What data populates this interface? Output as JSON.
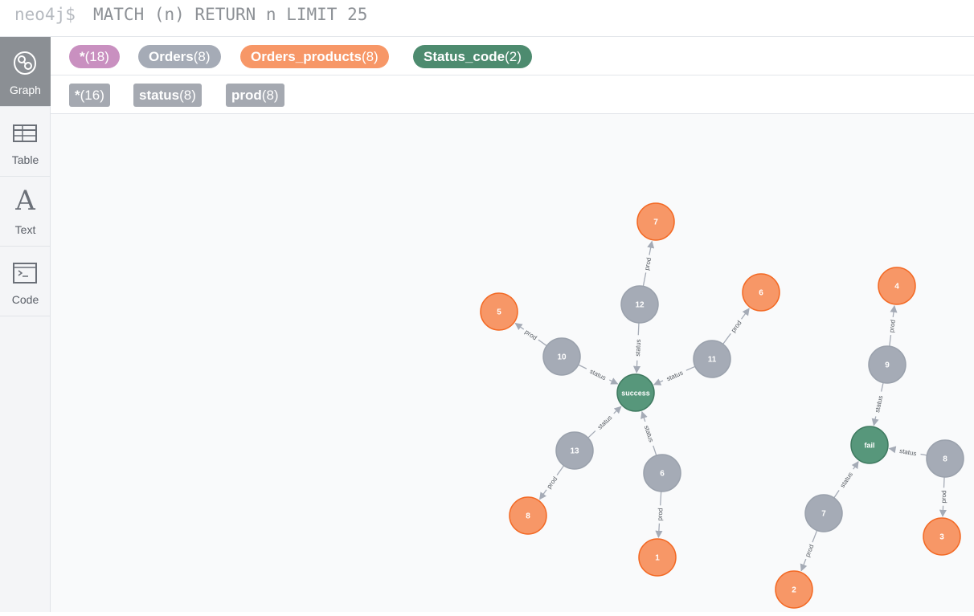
{
  "query": {
    "prompt": "neo4j$",
    "text": "MATCH (n) RETURN n LIMIT 25"
  },
  "sidebar": {
    "items": [
      {
        "label": "Graph",
        "icon": "graph-icon",
        "active": true
      },
      {
        "label": "Table",
        "icon": "table-icon",
        "active": false
      },
      {
        "label": "Text",
        "icon": "text-icon",
        "active": false
      },
      {
        "label": "Code",
        "icon": "code-icon",
        "active": false
      }
    ]
  },
  "legend": {
    "labels": [
      {
        "name": "*",
        "count": "(18)",
        "color": "#c990c0"
      },
      {
        "name": "Orders",
        "count": "(8)",
        "color": "#a5abb6"
      },
      {
        "name": "Orders_products",
        "count": "(8)",
        "color": "#f79767"
      },
      {
        "name": "Status_code",
        "count": "(2)",
        "color": "#57c7e3"
      }
    ],
    "relationships": [
      {
        "name": "*",
        "count": "(16)"
      },
      {
        "name": "status",
        "count": "(8)"
      },
      {
        "name": "prod",
        "count": "(8)"
      }
    ]
  },
  "colors": {
    "orders_node": "#a5abb6",
    "orders_border": "#9aa1ac",
    "product_node": "#f79767",
    "product_border": "#f36924",
    "status_node": "#57977b",
    "status_border": "#3f7a60",
    "edge": "#a5abb6",
    "status_pill": "#4d8b6f"
  },
  "graph": {
    "nodes": [
      {
        "id": "success",
        "label": "success",
        "type": "status"
      },
      {
        "id": "fail",
        "label": "fail",
        "type": "status"
      },
      {
        "id": "o12",
        "label": "12",
        "type": "order"
      },
      {
        "id": "o10",
        "label": "10",
        "type": "order"
      },
      {
        "id": "o11",
        "label": "11",
        "type": "order"
      },
      {
        "id": "o13",
        "label": "13",
        "type": "order"
      },
      {
        "id": "o6",
        "label": "6",
        "type": "order"
      },
      {
        "id": "o9",
        "label": "9",
        "type": "order"
      },
      {
        "id": "o8",
        "label": "8",
        "type": "order"
      },
      {
        "id": "o7",
        "label": "7",
        "type": "order"
      },
      {
        "id": "p7",
        "label": "7",
        "type": "product"
      },
      {
        "id": "p5",
        "label": "5",
        "type": "product"
      },
      {
        "id": "p6",
        "label": "6",
        "type": "product"
      },
      {
        "id": "p8",
        "label": "8",
        "type": "product"
      },
      {
        "id": "p1",
        "label": "1",
        "type": "product"
      },
      {
        "id": "p4",
        "label": "4",
        "type": "product"
      },
      {
        "id": "p3",
        "label": "3",
        "type": "product"
      },
      {
        "id": "p2",
        "label": "2",
        "type": "product"
      }
    ],
    "edges": [
      {
        "from": "o12",
        "to": "p7",
        "label": "prod"
      },
      {
        "from": "o12",
        "to": "success",
        "label": "status"
      },
      {
        "from": "o10",
        "to": "p5",
        "label": "prod"
      },
      {
        "from": "o10",
        "to": "success",
        "label": "status"
      },
      {
        "from": "o11",
        "to": "p6",
        "label": "prod"
      },
      {
        "from": "o11",
        "to": "success",
        "label": "status"
      },
      {
        "from": "o13",
        "to": "success",
        "label": "status"
      },
      {
        "from": "o13",
        "to": "p8",
        "label": "prod"
      },
      {
        "from": "o6",
        "to": "success",
        "label": "status"
      },
      {
        "from": "o6",
        "to": "p1",
        "label": "prod"
      },
      {
        "from": "o9",
        "to": "p4",
        "label": "prod"
      },
      {
        "from": "o9",
        "to": "fail",
        "label": "status"
      },
      {
        "from": "o8",
        "to": "fail",
        "label": "status"
      },
      {
        "from": "o8",
        "to": "p3",
        "label": "prod"
      },
      {
        "from": "o7",
        "to": "fail",
        "label": "status"
      },
      {
        "from": "o7",
        "to": "p2",
        "label": "prod"
      }
    ]
  }
}
